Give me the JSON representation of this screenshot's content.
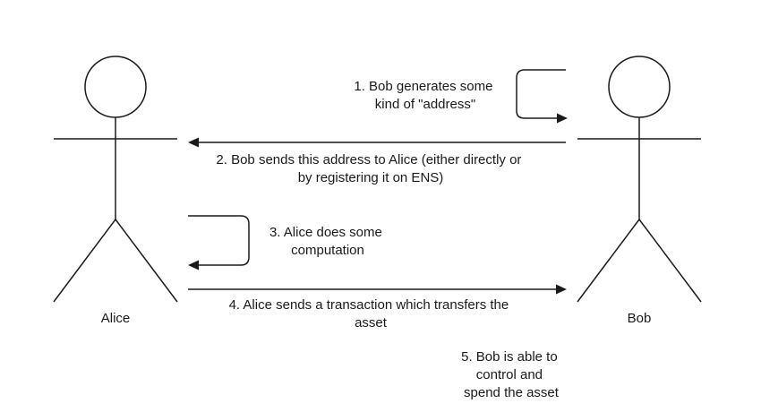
{
  "actors": [
    {
      "name": "Alice"
    },
    {
      "name": "Bob"
    }
  ],
  "steps": [
    {
      "lines": [
        "1. Bob generates some",
        "kind of \"address\""
      ]
    },
    {
      "lines": [
        "2. Bob sends this address to Alice (either directly or",
        "by registering it on ENS)"
      ]
    },
    {
      "lines": [
        "3. Alice does some",
        "computation"
      ]
    },
    {
      "lines": [
        "4. Alice sends a transaction which transfers the",
        "asset"
      ]
    },
    {
      "lines": [
        "5. Bob is able to",
        "control and",
        "spend the asset"
      ]
    }
  ]
}
